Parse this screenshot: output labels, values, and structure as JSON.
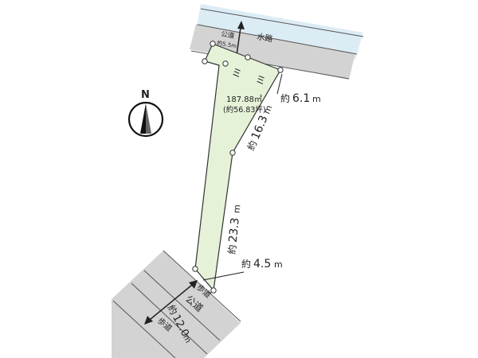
{
  "compass": {
    "label": "N"
  },
  "plot": {
    "area": "187.88㎡",
    "area_tsubo": "(約56.83坪)",
    "wall_mark": "ミ"
  },
  "top_road": {
    "road_label": "公道",
    "road_width": "約5.5m",
    "waterway_label": "水路"
  },
  "bottom_road": {
    "road_label": "公道",
    "road_width_prefix": "約",
    "road_width_value": "12.0",
    "road_width_unit": "m",
    "sidewalk_upper": "歩道",
    "sidewalk_lower": "歩道"
  },
  "dimensions": {
    "d1_prefix": "約",
    "d1_value": "6.1",
    "d1_unit": "m",
    "d2_prefix": "約",
    "d2_value": "16.3",
    "d2_unit": "m",
    "d3_prefix": "約",
    "d3_value": "23.3",
    "d3_unit": "m",
    "d4_prefix": "約",
    "d4_value": "4.5",
    "d4_unit": "m"
  },
  "colors": {
    "plot_fill": "#e5f2d8",
    "road_gray": "#d3d3d3",
    "water_blue": "#dcecf5",
    "line": "#333333"
  }
}
